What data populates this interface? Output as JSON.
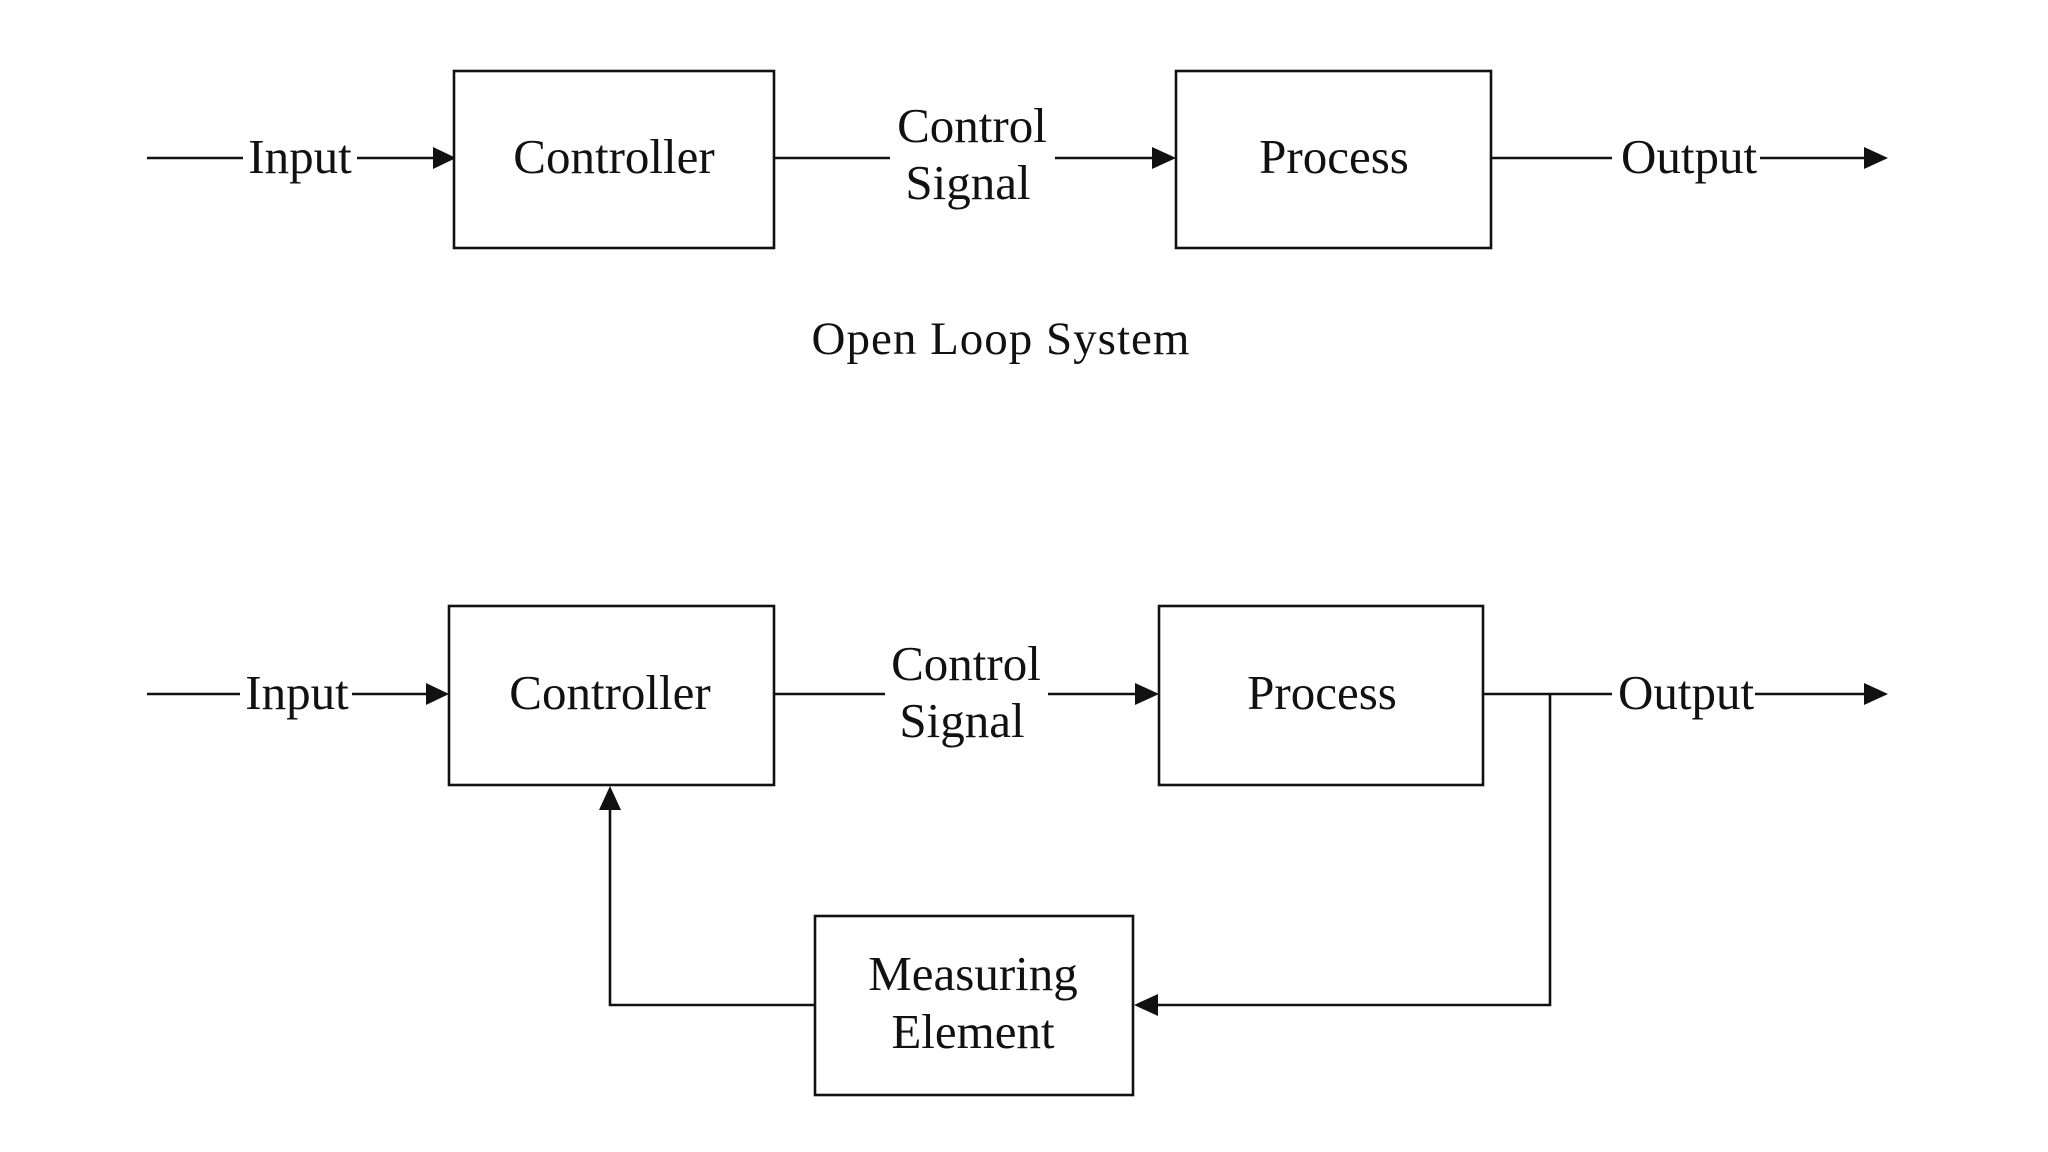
{
  "diagrams": {
    "open_loop": {
      "input_label": "Input",
      "controller_label": "Controller",
      "signal_line1": "Control",
      "signal_line2": "Signal",
      "process_label": "Process",
      "output_label": "Output",
      "caption": "Open Loop System"
    },
    "closed_loop": {
      "input_label": "Input",
      "controller_label": "Controller",
      "signal_line1": "Control",
      "signal_line2": "Signal",
      "process_label": "Process",
      "output_label": "Output",
      "measuring_line1": "Measuring",
      "measuring_line2": "Element"
    }
  },
  "colors": {
    "stroke": "#111111",
    "background": "#ffffff"
  }
}
